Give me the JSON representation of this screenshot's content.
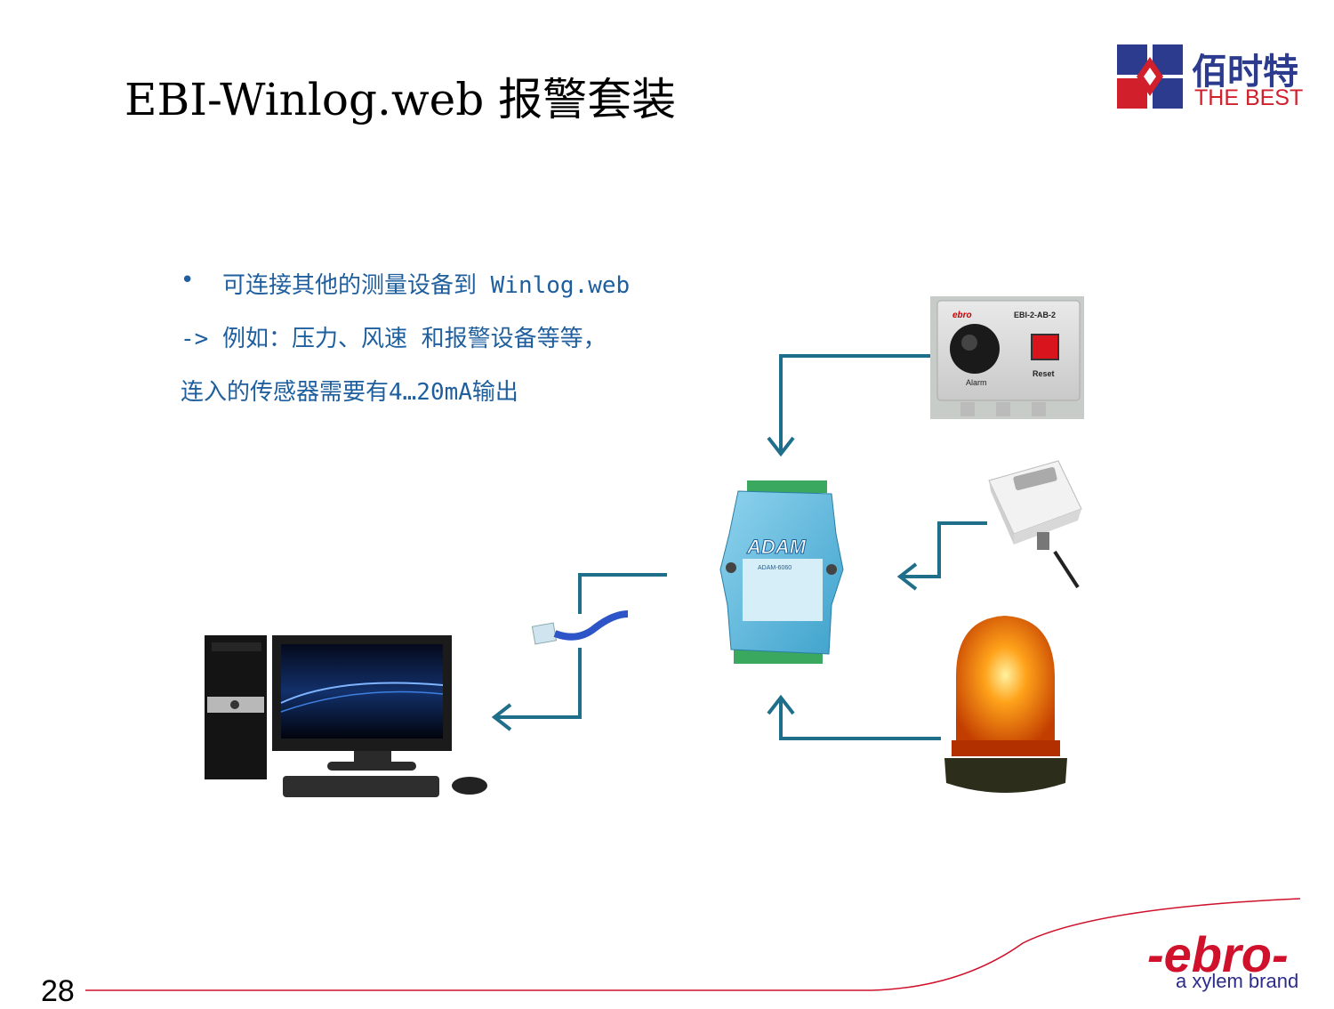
{
  "slide": {
    "title": "EBI-Winlog.web 报警套装",
    "page_number": "28"
  },
  "content": {
    "bullet": "•",
    "line1": "可连接其他的测量设备到 Winlog.web",
    "line2": "-> 例如：压力、风速 和报警设备等等，",
    "line3": "连入的传感器需要有4…20mA输出"
  },
  "logo_best": {
    "cn": "佰时特",
    "en": "THE BEST",
    "colors": {
      "blue": "#2c3b8d",
      "red": "#d11f2c"
    }
  },
  "logo_ebro": {
    "word": "-ebro-",
    "tagline": "a xylem brand",
    "color": "#d0112b"
  },
  "devices": {
    "alarm_box": {
      "model": "EBI-2-AB-2",
      "brand": "ebro",
      "button_left": "Alarm",
      "button_right": "Reset"
    },
    "adam_module": {
      "brand": "ADAM",
      "model": "ADAM-6060"
    }
  },
  "colors": {
    "arrow": "#1f6f8b",
    "text_blue": "#1f5f9e",
    "footer_line": "#d0112b"
  }
}
